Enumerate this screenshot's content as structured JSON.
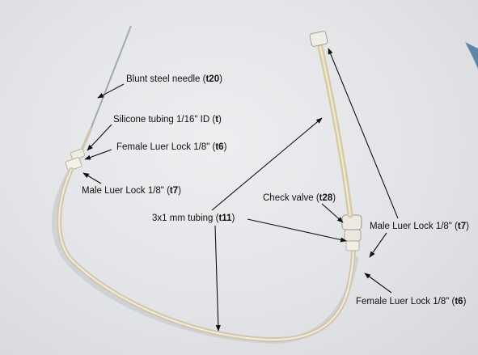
{
  "labels": {
    "needle": {
      "text": "Blunt steel needle",
      "code": "t20"
    },
    "silicone": {
      "text": "Silicone tubing 1/16\" ID",
      "code": "t"
    },
    "female1": {
      "text": "Female Luer Lock 1/8\"",
      "code": "t6"
    },
    "male1": {
      "text": "Male Luer Lock 1/8\"",
      "code": "t7"
    },
    "tubing": {
      "text": "3x1 mm tubing",
      "code": "t11"
    },
    "check": {
      "text": "Check valve",
      "code": "t28"
    },
    "male2": {
      "text": "Male Luer Lock 1/8\"",
      "code": "t7"
    },
    "female2": {
      "text": "Female Luer Lock 1/8\"",
      "code": "t6"
    }
  }
}
